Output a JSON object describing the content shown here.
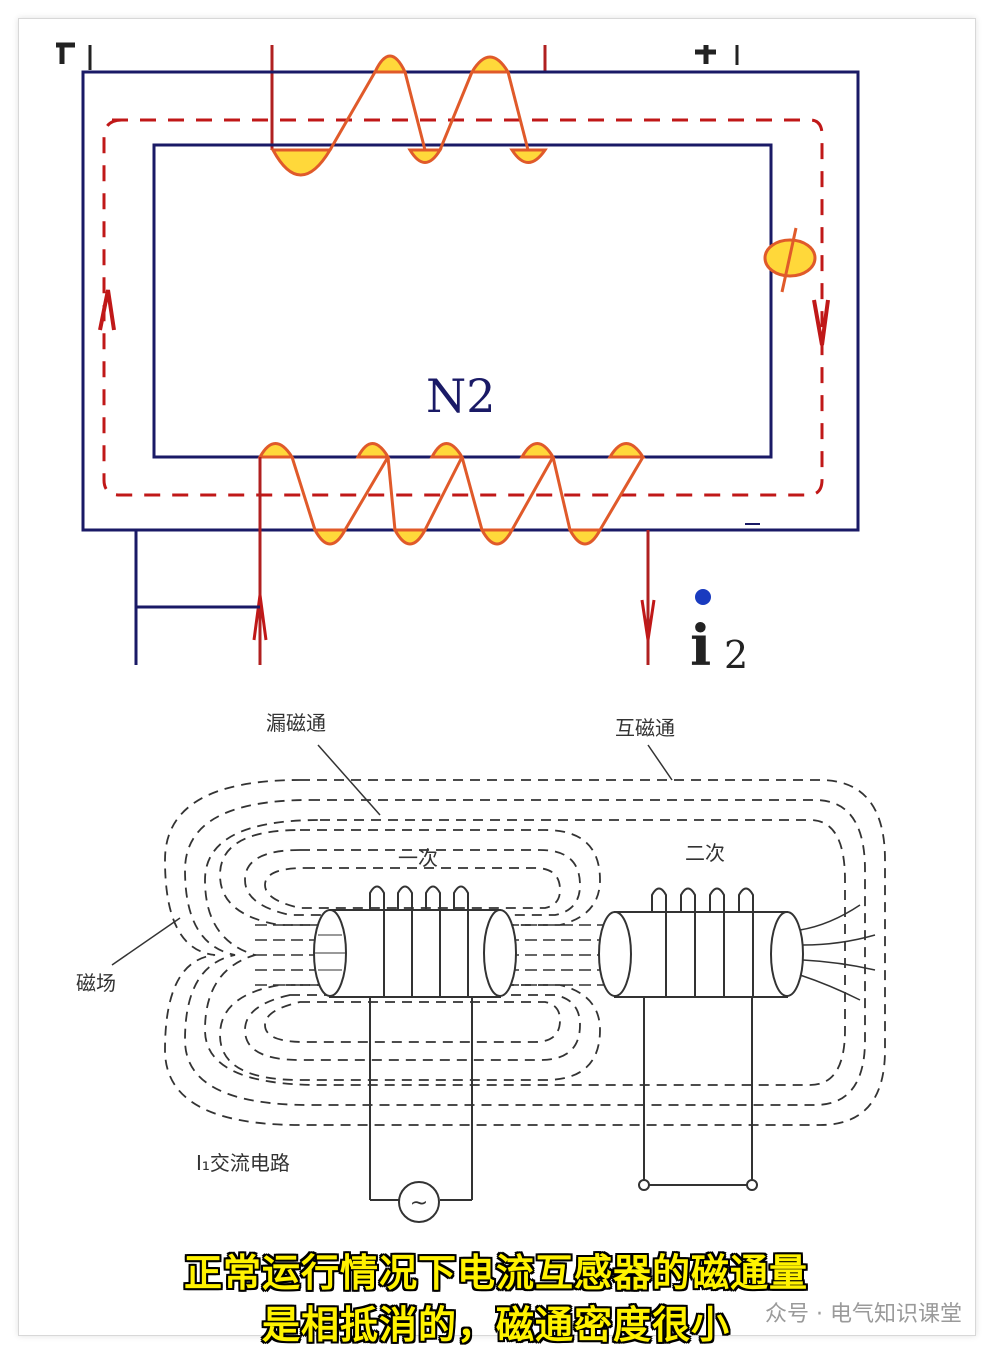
{
  "top_diagram": {
    "winding_label": "N2",
    "current_label": "i",
    "current_subscript": "2"
  },
  "bottom_diagram": {
    "leakage_flux_label": "漏磁通",
    "mutual_flux_label": "互磁通",
    "primary_label": "一次",
    "secondary_label": "二次",
    "magnetic_field_label": "磁场",
    "ac_circuit_label": "I₁交流电路",
    "source_symbol": "~"
  },
  "caption": {
    "line1": "正常运行情况下电流互感器的磁通量",
    "line2": "是相抵消的，磁通密度很小"
  },
  "watermark": "众号 · 电气知识课堂",
  "colors": {
    "core": "#1a1a66",
    "coil": "#e05a2a",
    "coil_fill": "#ffd83a",
    "flux": "#c01818",
    "caption": "#fff200"
  }
}
